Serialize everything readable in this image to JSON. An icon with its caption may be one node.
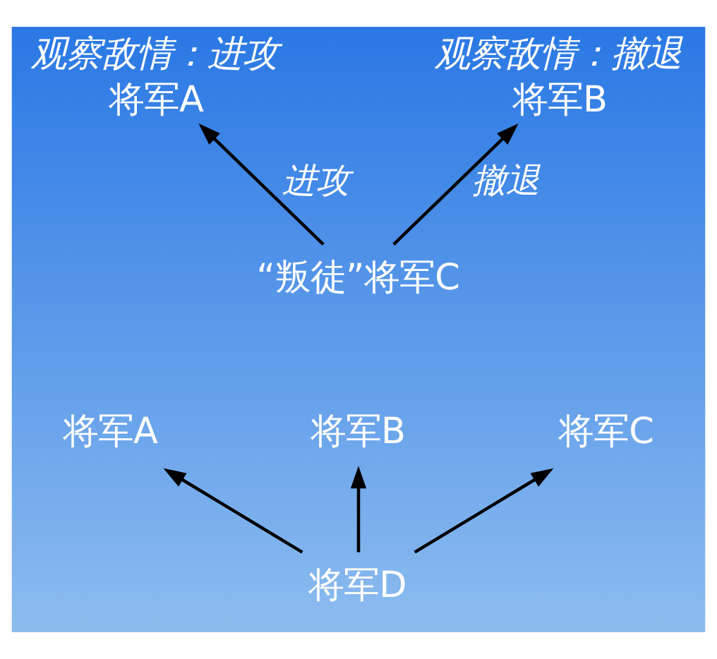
{
  "diagram": {
    "nodes": [
      {
        "text": [
          "将军A"
        ],
        "beside": [
          "观察敌情：进攻"
        ]
      },
      {
        "text": [
          "将军B"
        ],
        "beside": [
          "观察敌情：撤退"
        ]
      },
      {
        "text": [
          "“叛徒”将军C"
        ]
      },
      {
        "text": [
          "将军A"
        ]
      },
      {
        "text": [
          "将军B"
        ]
      },
      {
        "text": [
          "将军C"
        ]
      },
      {
        "text": [
          "将军D"
        ]
      }
    ],
    "edges": [
      {
        "from": 2,
        "to": 0,
        "arrow": "to",
        "label": "进攻"
      },
      {
        "from": 2,
        "to": 1,
        "arrow": "to",
        "label": "撤退"
      },
      {
        "from": 6,
        "to": 3,
        "arrow": "to"
      },
      {
        "from": 6,
        "to": 4,
        "arrow": "to"
      },
      {
        "from": 6,
        "to": 5,
        "arrow": "to"
      }
    ]
  }
}
